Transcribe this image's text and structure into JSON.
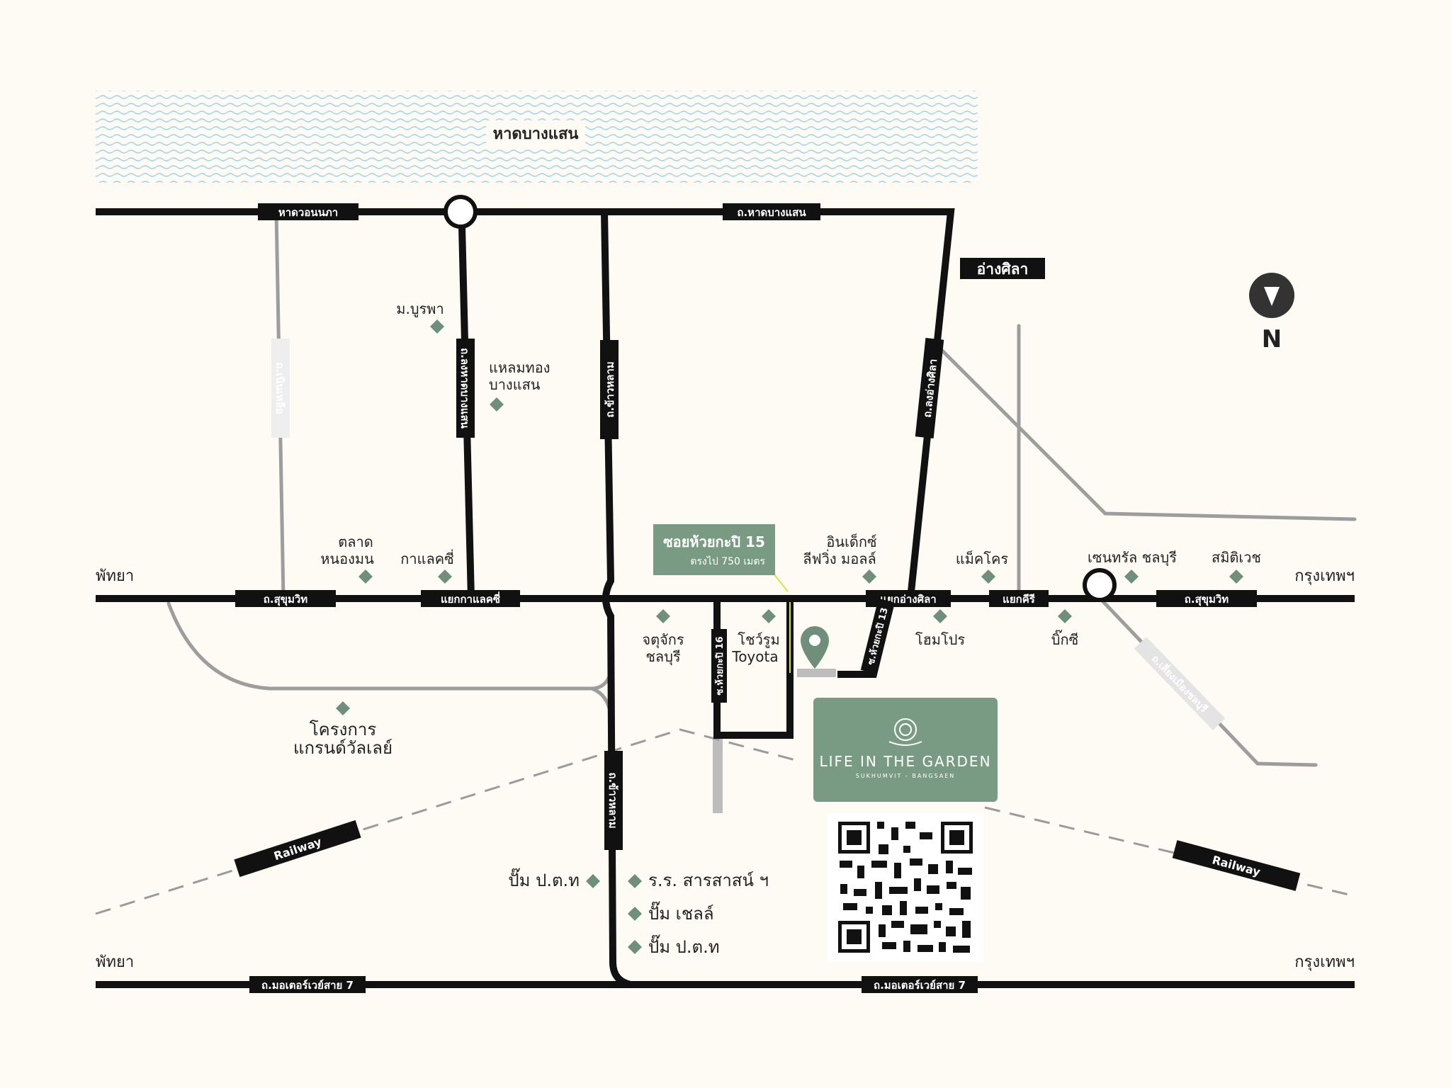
{
  "colors": {
    "background": "#fdfbf3",
    "road": "#111111",
    "minor_road": "#9d9d9d",
    "landmark": "#6f8f7a",
    "project_green": "#7a9b83",
    "sea_wave": "#a9d8ec",
    "railway_dash": "#9b9b9b"
  },
  "sea": {
    "label": "หาดบางแสน"
  },
  "compass": {
    "label": "N",
    "icon": "north-arrow-icon"
  },
  "road_labels": {
    "wonnapha": "หาดวอนนภา",
    "bangsaen_beach_rd": "ถ.หาดบางแสน",
    "angsila_box": "อ่างศิลา",
    "long_hat_bangsaen": "ถ.ลงหาดบางแสน",
    "chao_lan_top": "ถ.ข้าวหลาม",
    "chao_lan_bottom": "ถ.ข้าวหลาม",
    "long_ang_sila": "ถ.ลงอ่างศิลา",
    "left_minor": "ถ.เนินเหลือ",
    "sukhumvit_left": "ถ.สุขุมวิท",
    "sukhumvit_right": "ถ.สุขุมวิท",
    "kaek_kalaksi": "แยกกาแลคซี่",
    "kaek_ang_sila": "แยกอ่างศิลา",
    "kaek_khiri": "แยกคีรี",
    "soi16": "ซ.ห้วยกะปิ 16",
    "soi13": "ซ.ห้วยกะปิ 13",
    "diag_right": "ถ.เลี่ยงเมืองชลบุรี",
    "motorway_left": "ถ.มอเตอร์เวย์สาย 7",
    "motorway_right": "ถ.มอเตอร์เวย์สาย 7",
    "railway_left": "Railway",
    "railway_right": "Railway"
  },
  "direction_labels": {
    "pattaya_top": "พัทยา",
    "bangkok_top": "กรุงเทพฯ",
    "pattaya_bottom": "พัทยา",
    "bangkok_bottom": "กรุงเทพฯ"
  },
  "landmarks": {
    "burapha": "ม.บูรพา",
    "laemthong_1": "แหลมทอง",
    "laemthong_2": "บางแสน",
    "talat_1": "ตลาด",
    "talat_2": "หนองมน",
    "galaxy": "กาแลคซี่",
    "index_1": "อินเด็กซ์",
    "index_2": "ลีฟวิ่ง มอลล์",
    "makro": "แม็คโคร",
    "central": "เซนทรัล ชลบุรี",
    "samitivej": "สมิติเวช",
    "jatujak_1": "จตุจักร",
    "jatujak_2": "ชลบุรี",
    "toyota_1": "โชว์รูม",
    "toyota_2": "Toyota",
    "homepro": "โฮมโปร",
    "bigc": "บิ๊กซี",
    "grandvalley_1": "โครงการ",
    "grandvalley_2": "แกรนด์วัลเลย์",
    "ptt_left": "ปั๊ม ป.ต.ท",
    "school": "ร.ร. สารสาสน์ ฯ",
    "shell": "ปั๊ม เชลล์",
    "ptt_right": "ปั๊ม ป.ต.ท"
  },
  "callout": {
    "title": "ซอยห้วยกะปิ 15",
    "subtitle": "ตรงไป 750 เมตร"
  },
  "project": {
    "name": "LIFE IN THE GARDEN",
    "tagline": "SUKHUMVIT - BANGSAEN",
    "logo_icon": "rose-logo-icon",
    "pin_icon": "location-pin-icon",
    "qr_icon": "qr-code-icon"
  }
}
